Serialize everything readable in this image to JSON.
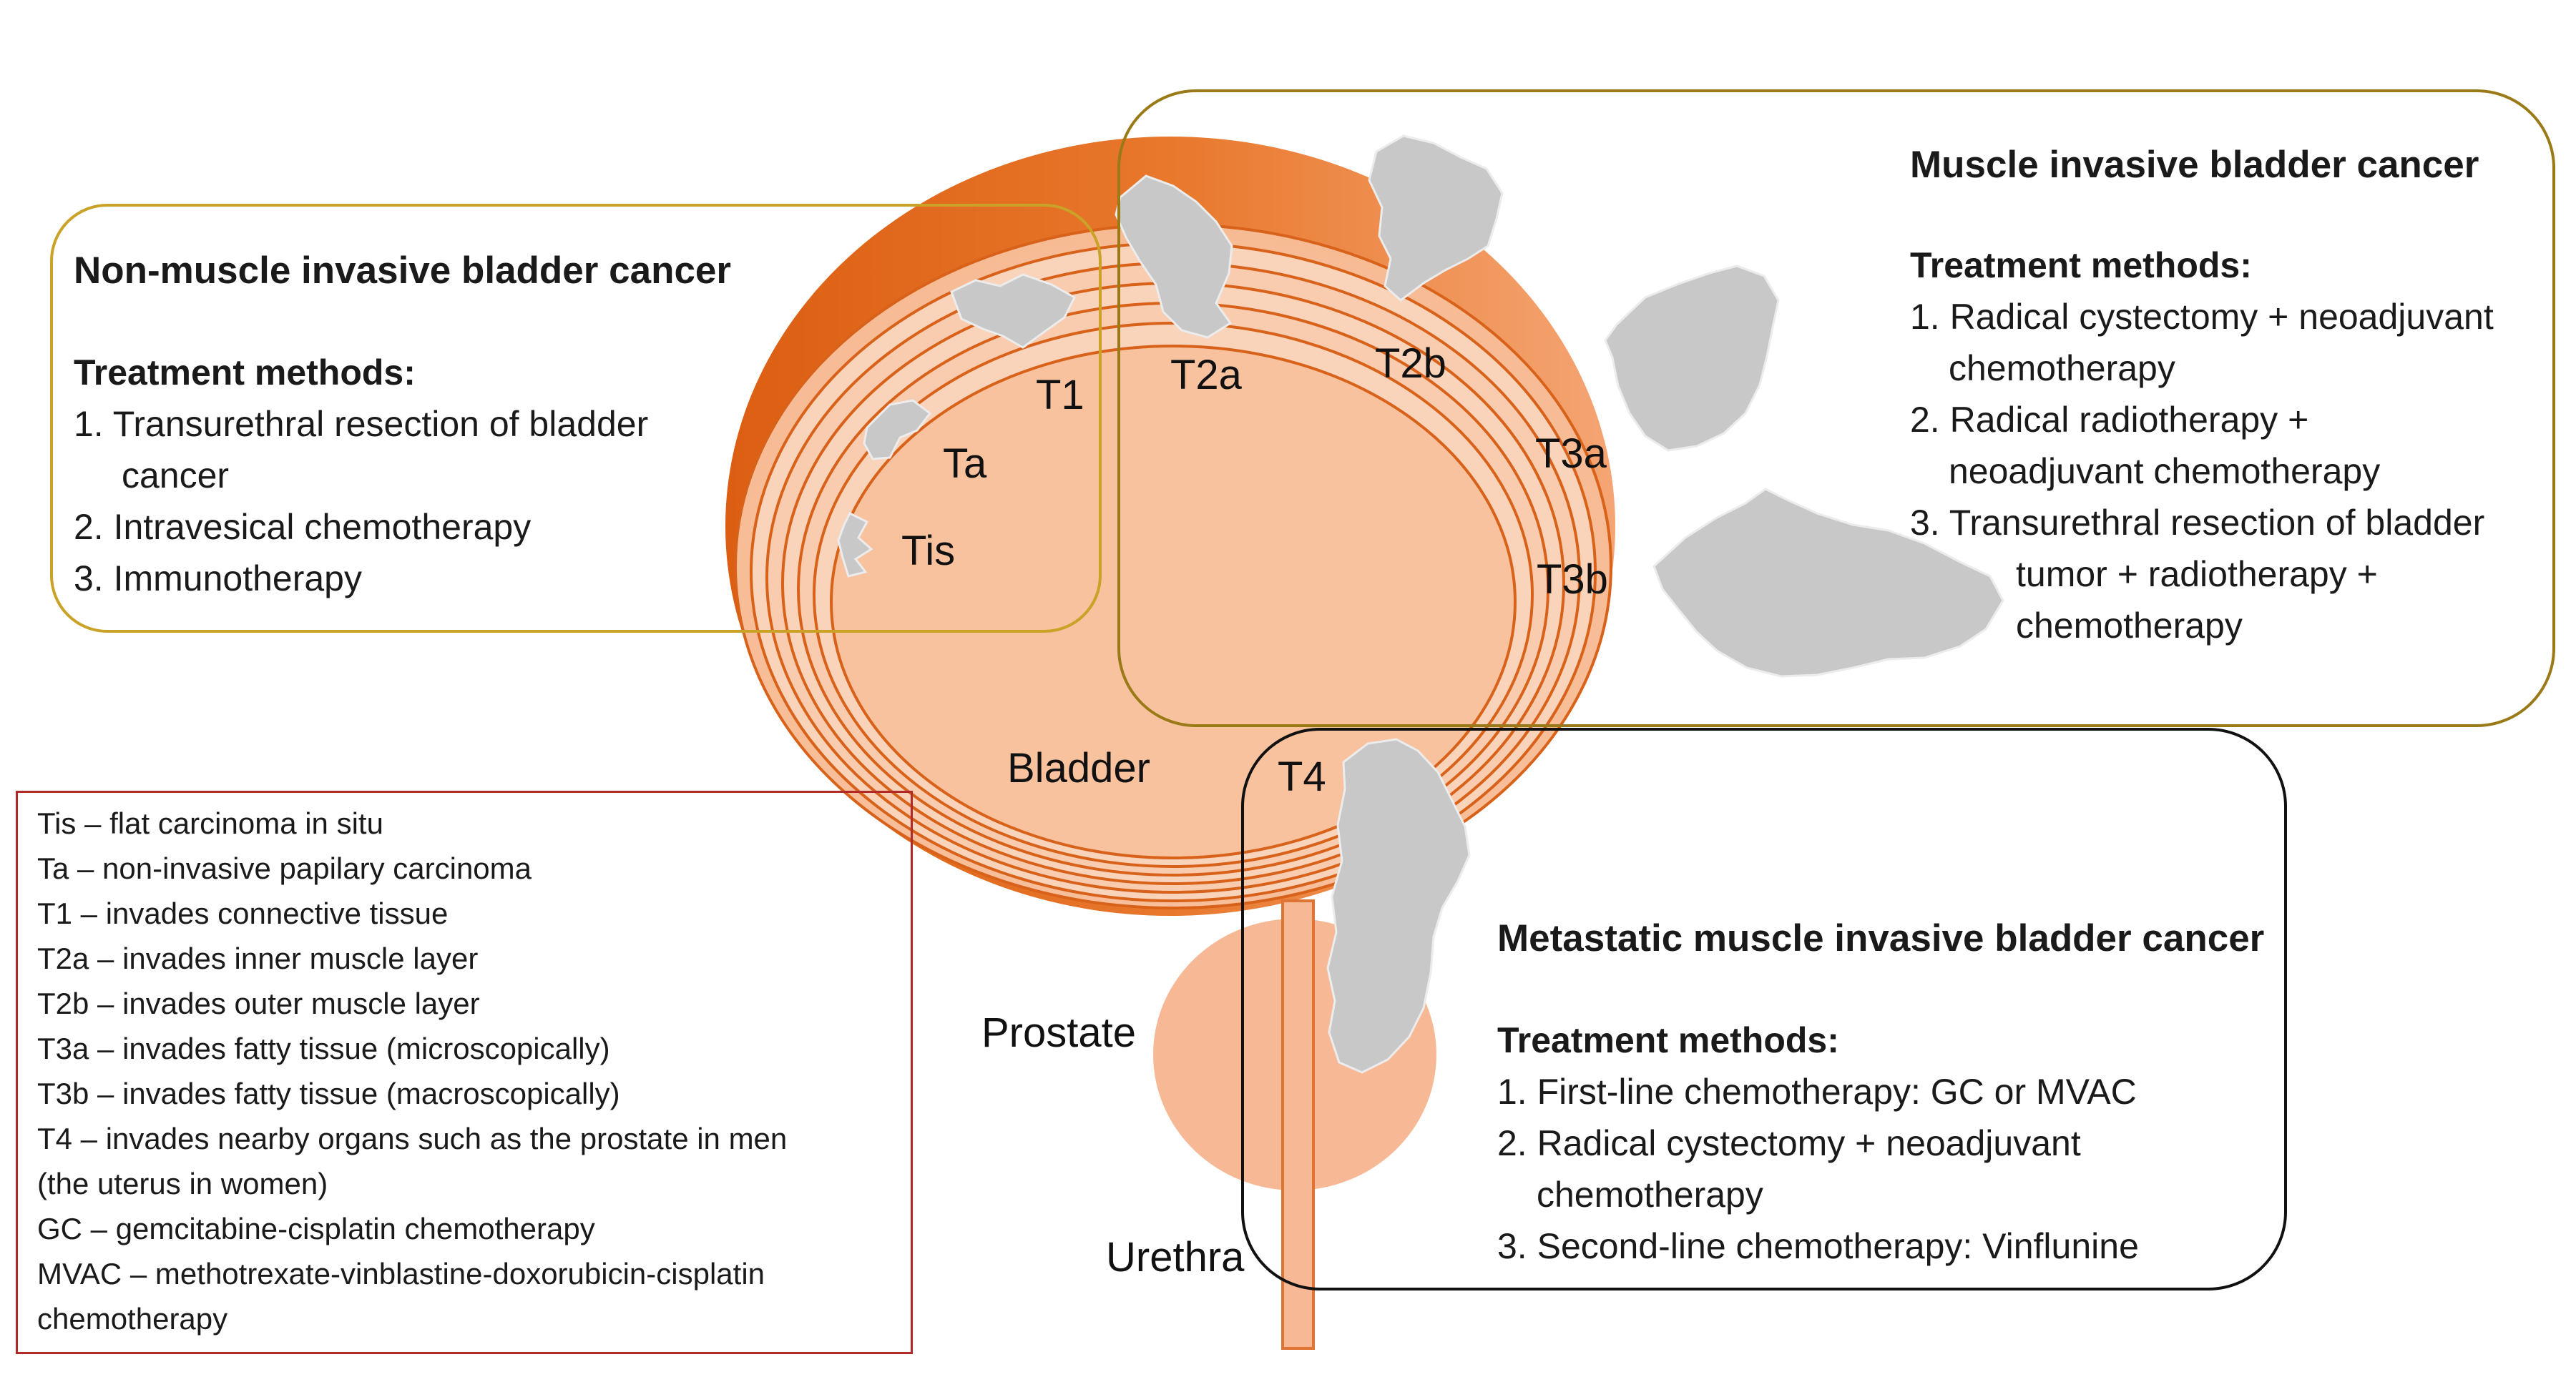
{
  "colors": {
    "outer_rim": "#e2691c",
    "bladder_fill": "#f8c4a4",
    "layer_stroke": "#d9621a",
    "tumor": "#c8c8c8",
    "nmibc_border": "#c9a227",
    "mibc_border": "#9a7a17",
    "metastatic_border": "#111111",
    "legend_border": "#b02a2a"
  },
  "diagram_labels": {
    "tis": "Tis",
    "ta": "Ta",
    "t1": "T1",
    "t2a": "T2a",
    "t2b": "T2b",
    "t3a": "T3a",
    "t3b": "T3b",
    "t4": "T4",
    "bladder": "Bladder",
    "prostate": "Prostate",
    "urethra": "Urethra"
  },
  "nmibc": {
    "title": "Non-muscle invasive bladder cancer",
    "treatment_heading": "Treatment methods:",
    "items": [
      "1. Transurethral resection of bladder",
      "cancer",
      "2. Intravesical chemotherapy",
      "3. Immunotherapy"
    ]
  },
  "mibc": {
    "title": "Muscle invasive bladder cancer",
    "treatment_heading": "Treatment methods:",
    "items": [
      "1. Radical cystectomy + neoadjuvant",
      "chemotherapy",
      "2. Radical radiotherapy +",
      "neoadjuvant chemotherapy",
      "3. Transurethral resection of bladder",
      "tumor + radiotherapy +",
      "chemotherapy"
    ]
  },
  "metastatic": {
    "title": "Metastatic muscle invasive bladder cancer",
    "treatment_heading": "Treatment methods:",
    "items": [
      "1. First-line chemotherapy: GC or MVAC",
      "2. Radical cystectomy + neoadjuvant",
      "chemotherapy",
      "3. Second-line chemotherapy: Vinflunine"
    ]
  },
  "legend": [
    "Tis – flat carcinoma in situ",
    "Ta – non-invasive papilary carcinoma",
    "T1 – invades connective tissue",
    "T2a – invades inner muscle layer",
    "T2b – invades outer muscle layer",
    "T3a – invades fatty tissue (microscopically)",
    "T3b – invades fatty tissue (macroscopically)",
    "T4 – invades nearby organs such as the prostate in men",
    "(the uterus in women)",
    "GC – gemcitabine-cisplatin chemotherapy",
    "MVAC – methotrexate-vinblastine-doxorubicin-cisplatin",
    "chemotherapy"
  ]
}
